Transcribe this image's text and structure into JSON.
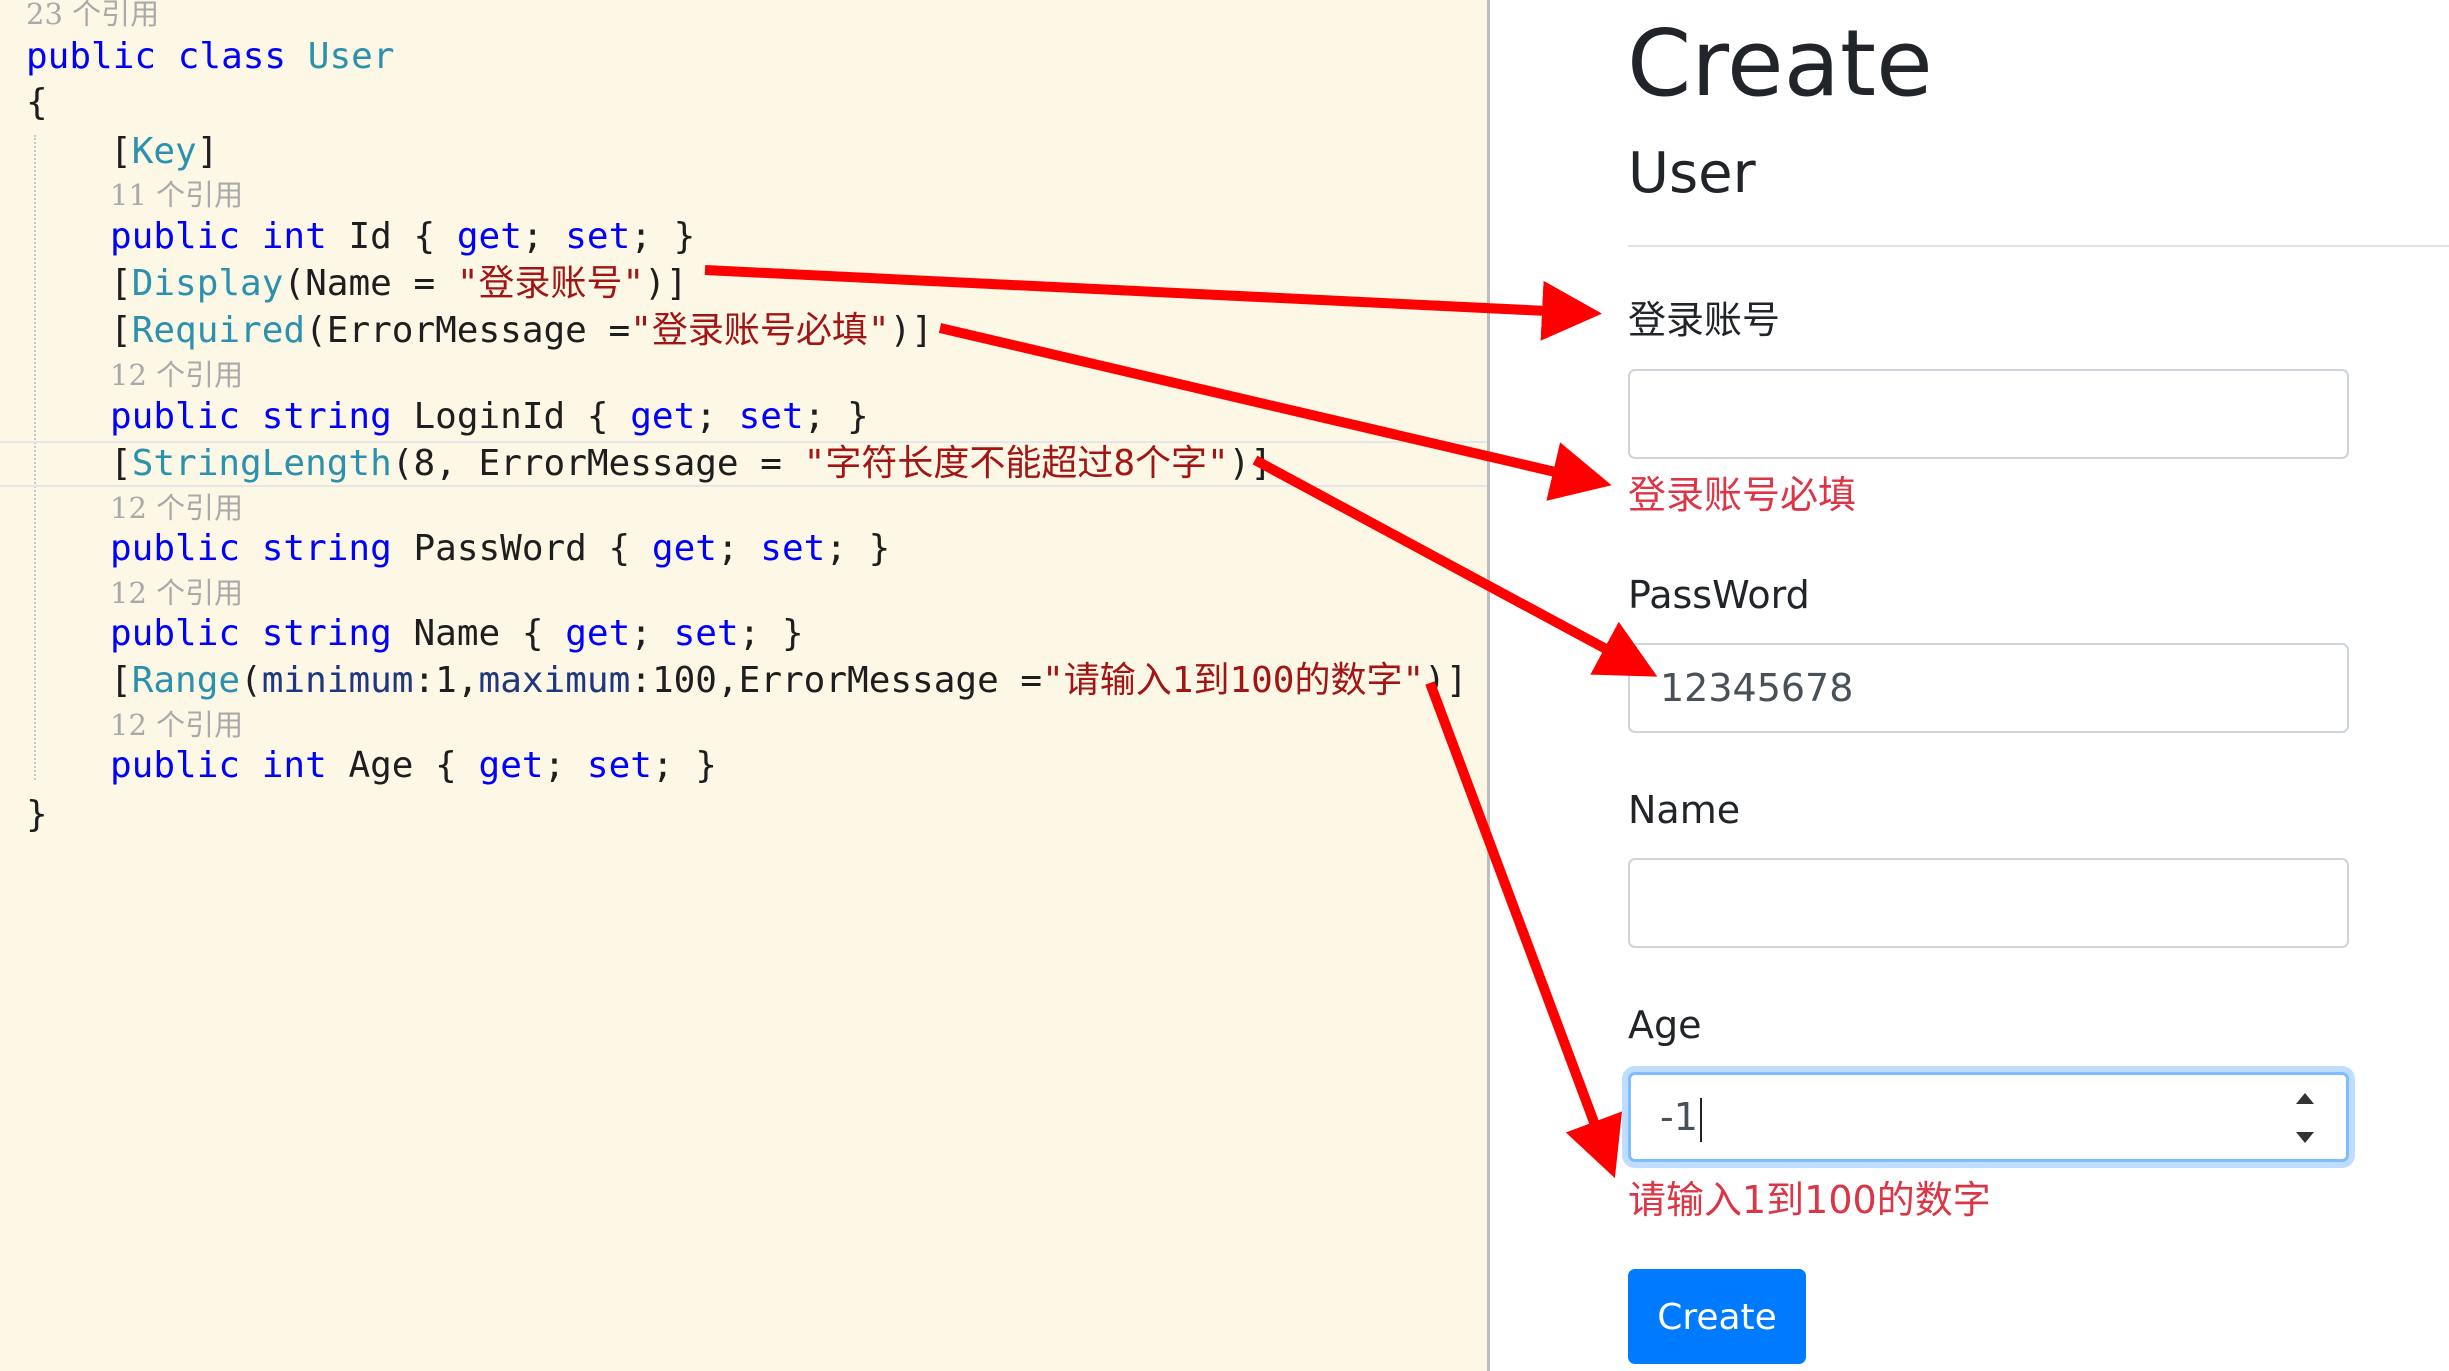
{
  "editor": {
    "codelens": [
      "23 个引用",
      "11 个引用",
      "12 个引用",
      "12 个引用",
      "12 个引用",
      "12 个引用"
    ],
    "tokens": {
      "public": "public",
      "class": "class",
      "int": "int",
      "string": "string",
      "get": "get",
      "set": "set",
      "class_name": "User",
      "open_brace": "{",
      "close_brace": "}",
      "key_attr": "Key",
      "display_attr": "Display",
      "required_attr": "Required",
      "stringlength_attr": "StringLength",
      "range_attr": "Range",
      "prop_id": "Id",
      "prop_loginid": "LoginId",
      "prop_password": "PassWord",
      "prop_name": "Name",
      "prop_age": "Age",
      "name_param": "Name",
      "error_message": "ErrorMessage",
      "minimum": "minimum",
      "maximum": "maximum",
      "str_display": "\"登录账号\"",
      "str_required": "\"登录账号必填\"",
      "str_length": "\"字符长度不能超过8个字\"",
      "str_range": "\"请输入1到100的数字\"",
      "num_8": "8",
      "num_1": "1",
      "num_100": "100"
    }
  },
  "form": {
    "title": "Create",
    "subtitle": "User",
    "fields": [
      {
        "label": "登录账号",
        "value": "",
        "error": "登录账号必填"
      },
      {
        "label": "PassWord",
        "value": "12345678",
        "error": ""
      },
      {
        "label": "Name",
        "value": "",
        "error": ""
      },
      {
        "label": "Age",
        "value": "-1",
        "error": "请输入1到100的数字"
      }
    ],
    "submit_label": "Create",
    "colors": {
      "primary": "#007bff",
      "error": "#dc3545",
      "arrow": "#ff0000",
      "editor_bg": "#fdf8e6"
    }
  }
}
